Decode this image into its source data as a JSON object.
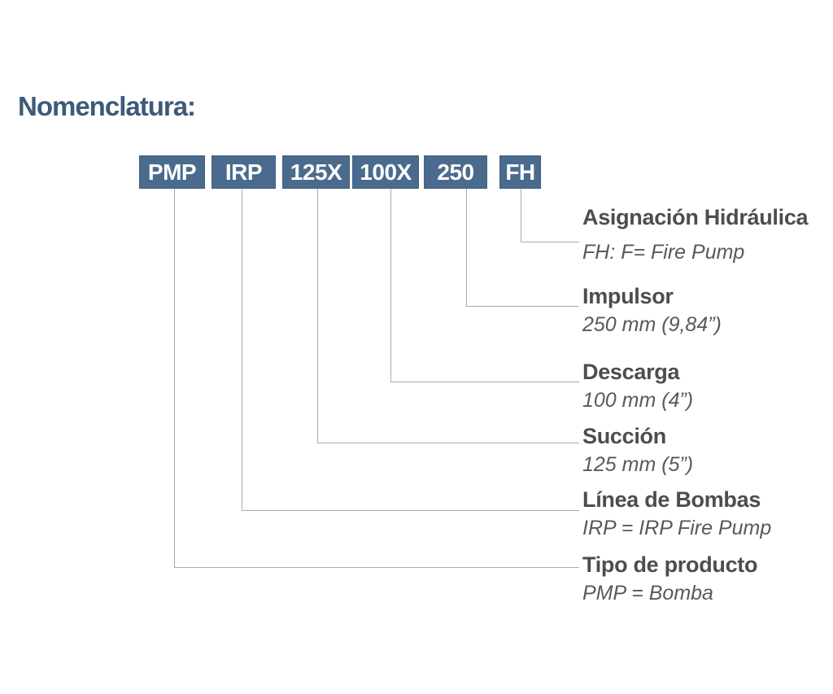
{
  "title": "Nomenclatura:",
  "code": {
    "boxes": [
      {
        "label": "PMP"
      },
      {
        "label": "IRP"
      },
      {
        "label": "125X"
      },
      {
        "label": "100X"
      },
      {
        "label": "250"
      },
      {
        "label": "FH"
      }
    ]
  },
  "legend": {
    "items": [
      {
        "for": "FH",
        "title": "Asignación Hidráulica",
        "subtitle": "FH: F= Fire Pump"
      },
      {
        "for": "250",
        "title": "Impulsor",
        "subtitle": "250 mm (9,84”)"
      },
      {
        "for": "100X",
        "title": "Descarga",
        "subtitle": "100 mm (4”)"
      },
      {
        "for": "125X",
        "title": "Succión",
        "subtitle": "125 mm (5”)"
      },
      {
        "for": "IRP",
        "title": "Línea de Bombas",
        "subtitle": "IRP = IRP Fire Pump"
      },
      {
        "for": "PMP",
        "title": "Tipo de producto",
        "subtitle": "PMP = Bomba"
      }
    ]
  },
  "colors": {
    "box_background": "#4a6b8d",
    "box_text": "#ffffff",
    "title_text": "#3d5a78",
    "label_text": "#4c4d4f",
    "subtitle_text": "#58595b",
    "leader_line": "#a4adb3",
    "page_background": "#ffffff"
  }
}
